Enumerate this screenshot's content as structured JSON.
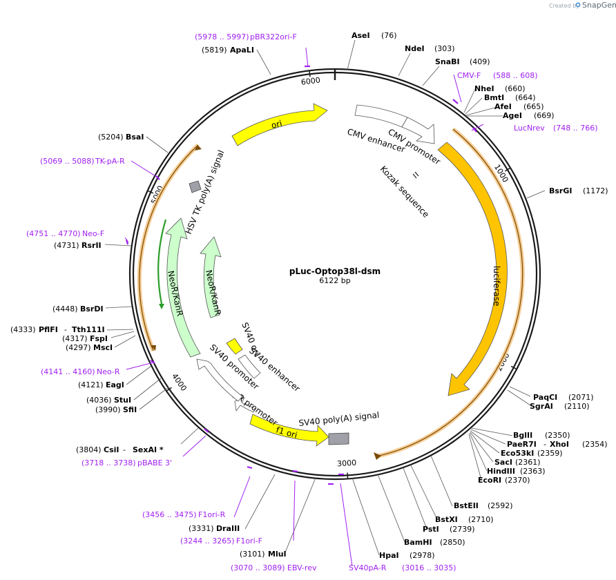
{
  "plasmid": {
    "name": "pLuc-Optop38l-dsm",
    "length_label": "6122 bp",
    "length": 6122
  },
  "watermark": {
    "created_by": "Created by",
    "brand": "SnapGene",
    "logo": "snapgene-logo-icon"
  },
  "colors": {
    "backbone": "#1a1a1a",
    "primer": "#a020f0",
    "ori": "#ffff00",
    "luciferase": "#ffc400",
    "neo": "#ccffcc",
    "promoter": "#ffffff",
    "polyA": "#a0a0a8",
    "orf_highlight": "#f5c88a",
    "neo_inner_line": "#2a9d2a"
  },
  "ticks": [
    {
      "label": "1000",
      "pos": 1000
    },
    {
      "label": "2000",
      "pos": 2000
    },
    {
      "label": "3000",
      "pos": 3000
    },
    {
      "label": "4000",
      "pos": 4000
    },
    {
      "label": "5000",
      "pos": 5000
    },
    {
      "label": "6000",
      "pos": 6000
    }
  ],
  "features": [
    {
      "label": "luciferase",
      "start": 755,
      "end": 2410,
      "type": "cds",
      "direction": 1
    },
    {
      "label": "CMV enhancer",
      "start": 50,
      "end": 380,
      "type": "enhancer",
      "direction": 1
    },
    {
      "label": "CMV promoter",
      "start": 380,
      "end": 585,
      "type": "promoter",
      "direction": 1
    },
    {
      "label": "Kozak sequence",
      "start": 660,
      "end": 670,
      "type": "misc",
      "direction": 1
    },
    {
      "label": "SV40 poly(A) signal",
      "start": 2900,
      "end": 3020,
      "type": "polyA",
      "direction": 1
    },
    {
      "label": "f1 ori",
      "start": 3110,
      "end": 3540,
      "type": "ori",
      "direction": -1
    },
    {
      "label": "AmpR promoter",
      "start": 3560,
      "end": 3665,
      "type": "promoter",
      "direction": -1
    },
    {
      "label": "SV40 promoter",
      "start": 3690,
      "end": 4020,
      "type": "promoter",
      "direction": -1
    },
    {
      "label": "SV40 enhancer",
      "start": 3760,
      "end": 3900,
      "type": "enhancer",
      "direction": -1
    },
    {
      "label": "SV40 ori",
      "start": 3850,
      "end": 3985,
      "type": "ori",
      "direction": -1
    },
    {
      "label": "NeoR/KanR",
      "start": 4045,
      "end": 4815,
      "type": "cds",
      "direction": -1
    },
    {
      "label": "NeoR/KanR",
      "start": 4165,
      "end": 4815,
      "type": "cds",
      "direction": -1
    },
    {
      "label": "HSV TK poly(A) signal",
      "start": 4995,
      "end": 5050,
      "type": "polyA",
      "direction": 1
    },
    {
      "label": "ori",
      "start": 5405,
      "end": 5995,
      "type": "ori",
      "direction": 1
    }
  ],
  "sites": [
    {
      "name": "AseI",
      "pos": "(76)"
    },
    {
      "name": "NdeI",
      "pos": "(303)"
    },
    {
      "name": "SnaBI",
      "pos": "(409)"
    },
    {
      "name": "NheI",
      "pos": "(660)"
    },
    {
      "name": "BmtI",
      "pos": "(664)"
    },
    {
      "name": "AfeI",
      "pos": "(665)"
    },
    {
      "name": "AgeI",
      "pos": "(669)"
    },
    {
      "name": "BsrGI",
      "pos": "(1172)"
    },
    {
      "name": "PaqCI",
      "pos": "(2071)"
    },
    {
      "name": "SgrAI",
      "pos": "(2110)"
    },
    {
      "name": "BglII",
      "pos": "(2350)"
    },
    {
      "name": "PaeR7I",
      "pos": ""
    },
    {
      "name": "XhoI",
      "pos": "(2354)"
    },
    {
      "name": "Eco53kI",
      "pos": "(2359)"
    },
    {
      "name": "SacI",
      "pos": "(2361)"
    },
    {
      "name": "HindIII",
      "pos": "(2363)"
    },
    {
      "name": "EcoRI",
      "pos": "(2370)"
    },
    {
      "name": "BstEII",
      "pos": "(2592)"
    },
    {
      "name": "BstXI",
      "pos": "(2710)"
    },
    {
      "name": "PstI",
      "pos": "(2739)"
    },
    {
      "name": "BamHI",
      "pos": "(2850)"
    },
    {
      "name": "HpaI",
      "pos": "(2978)"
    },
    {
      "name": "MluI",
      "pos": "(3101)"
    },
    {
      "name": "DraIII",
      "pos": "(3331)"
    },
    {
      "name": "CsiI",
      "pos": "(3804)"
    },
    {
      "name": "SexAI *",
      "pos": ""
    },
    {
      "name": "SfiI",
      "pos": "(3990)"
    },
    {
      "name": "StuI",
      "pos": "(4036)"
    },
    {
      "name": "EagI",
      "pos": "(4121)"
    },
    {
      "name": "MscI",
      "pos": "(4297)"
    },
    {
      "name": "FspI",
      "pos": "(4317)"
    },
    {
      "name": "PflFI",
      "pos": "(4333)"
    },
    {
      "name": "Tth111I",
      "pos": ""
    },
    {
      "name": "BsrDI",
      "pos": "(4448)"
    },
    {
      "name": "RsrII",
      "pos": "(4731)"
    },
    {
      "name": "BsaI",
      "pos": "(5204)"
    },
    {
      "name": "ApaLI",
      "pos": "(5819)"
    }
  ],
  "primers": [
    {
      "name": "CMV-F",
      "range": "(588 .. 608)"
    },
    {
      "name": "LucNrev",
      "range": "(748 .. 766)"
    },
    {
      "name": "EBV-rev",
      "range": "(3070 .. 3089)"
    },
    {
      "name": "SV40pA-R",
      "range": "(3016 .. 3035)"
    },
    {
      "name": "F1ori-F",
      "range": "(3244 .. 3265)"
    },
    {
      "name": "F1ori-R",
      "range": "(3456 .. 3475)"
    },
    {
      "name": "pBABE 3'",
      "range": "(3718 .. 3738)"
    },
    {
      "name": "Neo-R",
      "range": "(4141 .. 4160)"
    },
    {
      "name": "Neo-F",
      "range": "(4751 .. 4770)"
    },
    {
      "name": "TK-pA-R",
      "range": "(5069 .. 5088)"
    },
    {
      "name": "pBR322ori-F",
      "range": "(5978 .. 5997)"
    }
  ]
}
